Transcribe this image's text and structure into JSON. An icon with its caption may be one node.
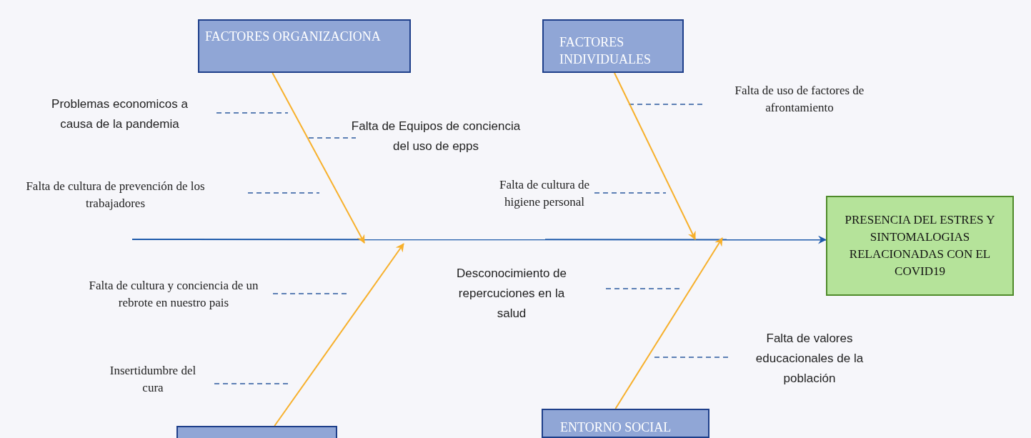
{
  "diagram": {
    "nodes": [
      {
        "text": [
          "FACTORES ORGANIZACIONA"
        ]
      },
      {
        "text": [
          "FACTORES INDIVIDUALES"
        ]
      },
      {
        "text": [
          "PRESENCIA DEL ESTRES Y SINTOMALOGIAS RELACIONADAS CON EL COVID19"
        ]
      },
      {
        "text": [],
        "shape": "box"
      },
      {
        "text": [
          "ENTORNO SOCIAL"
        ]
      }
    ],
    "edges": [
      {
        "from": null,
        "to": 2,
        "arrow": "to",
        "color": "#1f5bab"
      },
      {
        "from": 0,
        "to": null,
        "arrow": "to"
      },
      {
        "from": 1,
        "to": null,
        "arrow": "to"
      },
      {
        "from": 3,
        "to": null,
        "arrow": "to"
      },
      {
        "from": 4,
        "to": null,
        "arrow": "to"
      }
    ],
    "labels": [
      "Problemas economicos a causa de la pandemia",
      "Falta de uso de factores de afrontamiento",
      "Falta de Equipos de conciencia del uso de epps",
      "Falta de cultura de prevención de los trabajadores",
      "Falta de cultura de higiene personal",
      "Desconocimiento de repercuciones en la salud",
      "Falta de cultura y conciencia de un rebrote en nuestro pais",
      "Falta de valores educacionales de la población",
      "Insertidumbre del cura"
    ]
  }
}
